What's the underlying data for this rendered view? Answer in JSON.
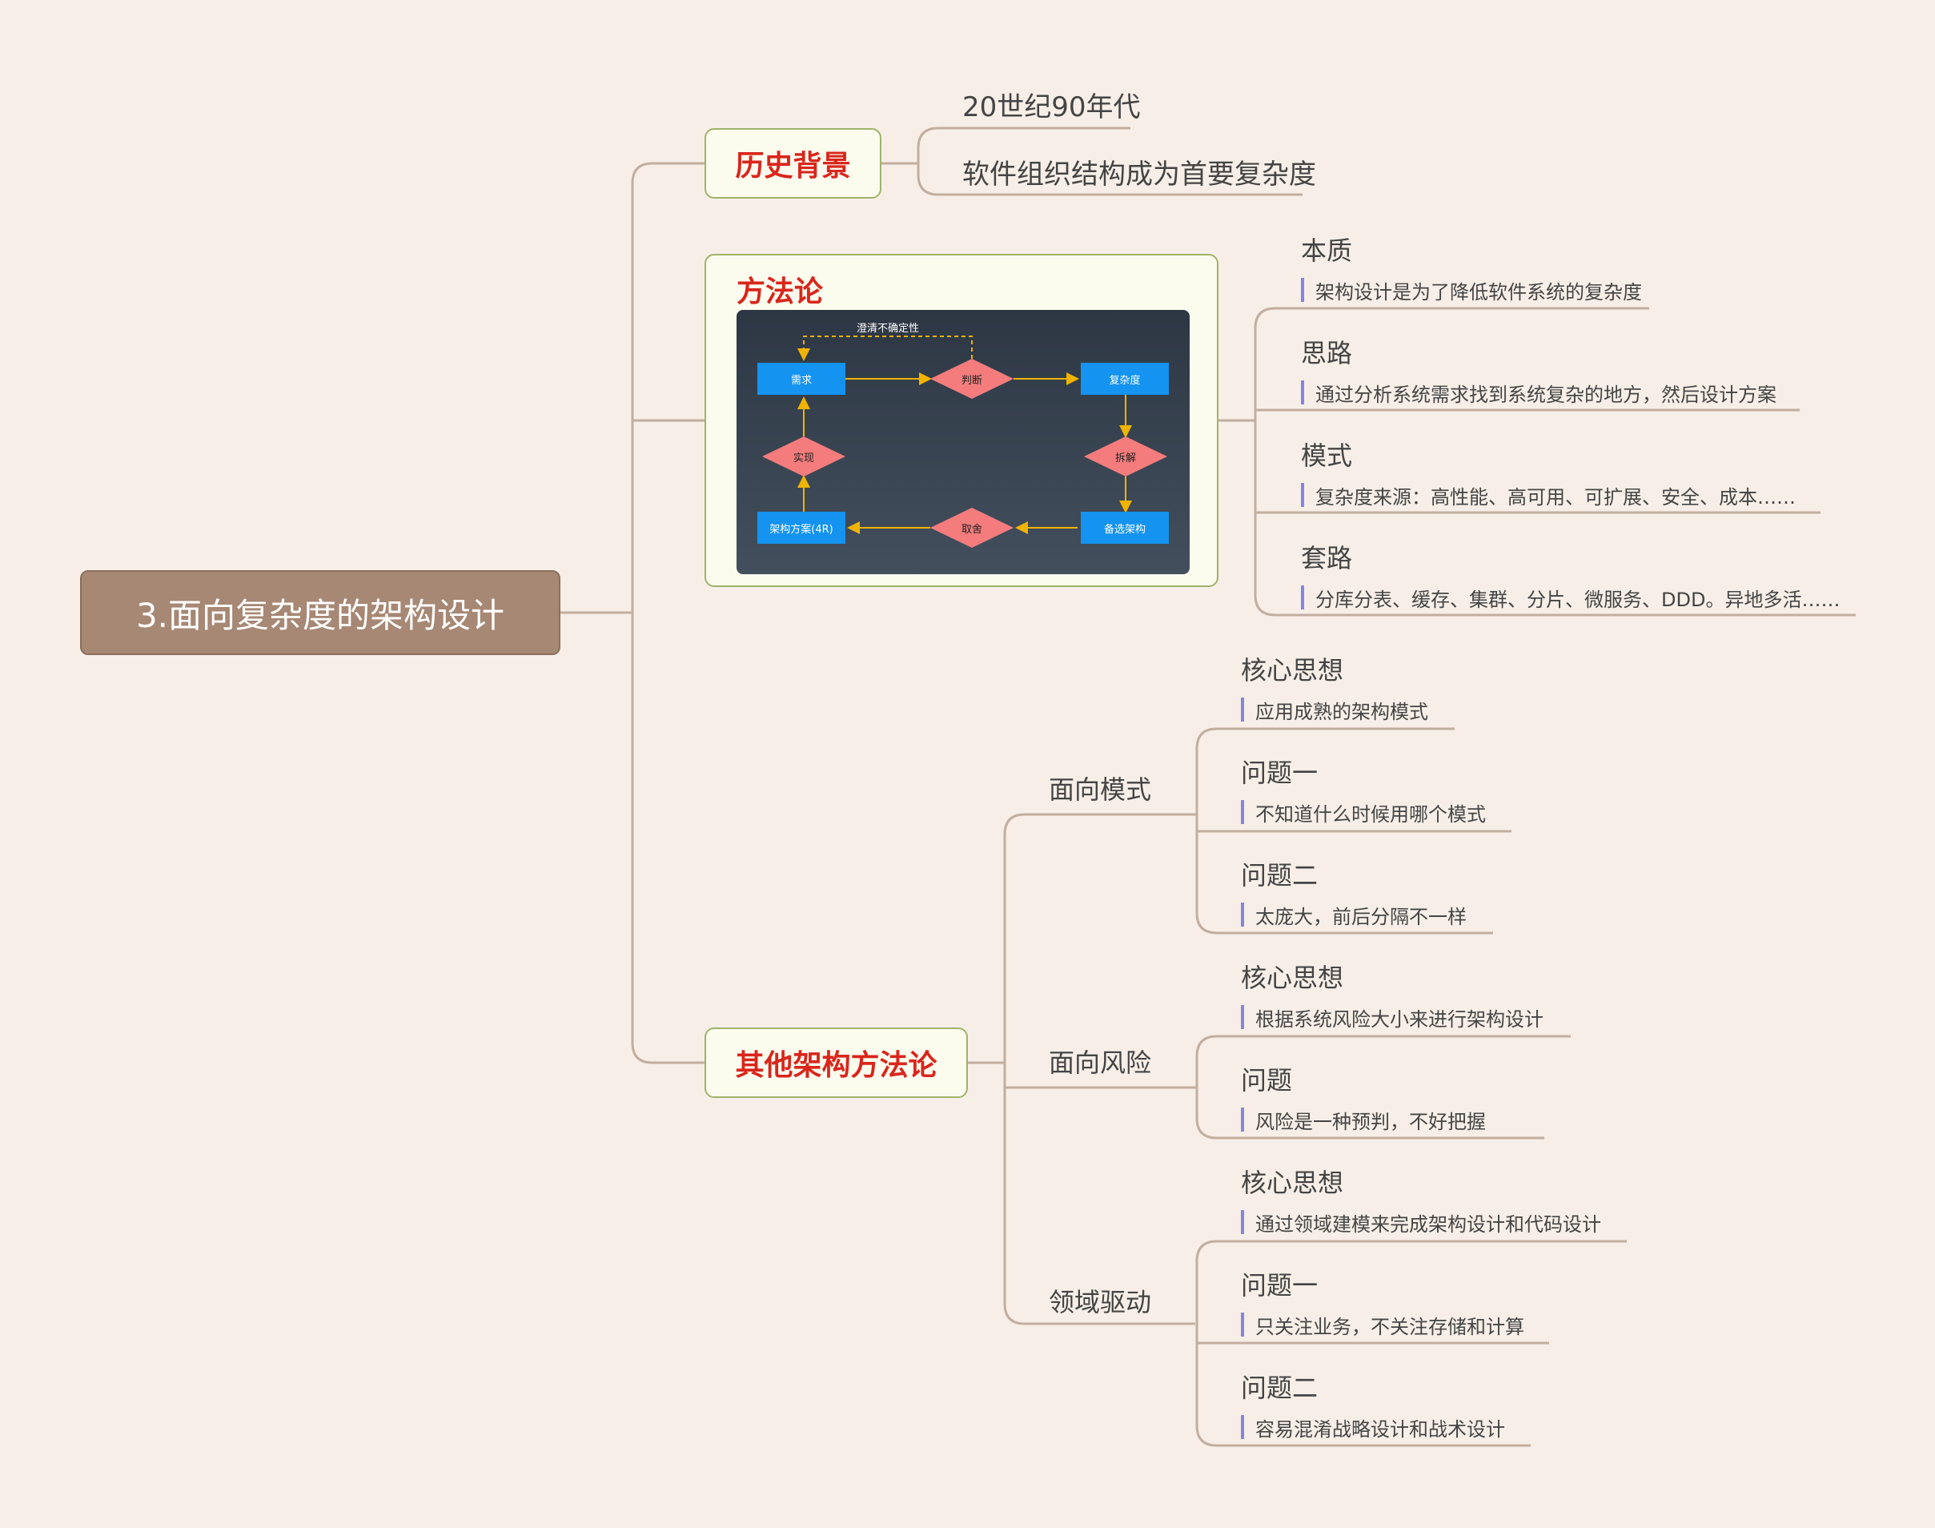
{
  "root": {
    "title": "3.面向复杂度的架构设计"
  },
  "history": {
    "title": "历史背景",
    "items": [
      "20世纪90年代",
      "软件组织结构成为首要复杂度"
    ]
  },
  "methodology": {
    "title": "方法论",
    "flow": {
      "loop_label": "澄清不确定性",
      "requirement": "需求",
      "judge": "判断",
      "complexity": "复杂度",
      "decompose": "拆解",
      "candidate": "备选架构",
      "tradeoff": "取舍",
      "solution": "架构方案(4R)",
      "implement": "实现"
    },
    "aspects": [
      {
        "title": "本质",
        "detail": "架构设计是为了降低软件系统的复杂度"
      },
      {
        "title": "思路",
        "detail": "通过分析系统需求找到系统复杂的地方，然后设计方案"
      },
      {
        "title": "模式",
        "detail": "复杂度来源：高性能、高可用、可扩展、安全、成本……"
      },
      {
        "title": "套路",
        "detail": "分库分表、缓存、集群、分片、微服务、DDD。异地多活……"
      }
    ]
  },
  "others": {
    "title": "其他架构方法论",
    "branches": [
      {
        "title": "面向模式",
        "items": [
          {
            "title": "核心思想",
            "detail": "应用成熟的架构模式"
          },
          {
            "title": "问题一",
            "detail": "不知道什么时候用哪个模式"
          },
          {
            "title": "问题二",
            "detail": "太庞大，前后分隔不一样"
          }
        ]
      },
      {
        "title": "面向风险",
        "items": [
          {
            "title": "核心思想",
            "detail": "根据系统风险大小来进行架构设计"
          },
          {
            "title": "问题",
            "detail": "风险是一种预判，不好把握"
          }
        ]
      },
      {
        "title": "领域驱动",
        "items": [
          {
            "title": "核心思想",
            "detail": "通过领域建模来完成架构设计和代码设计"
          },
          {
            "title": "问题一",
            "detail": "只关注业务，不关注存储和计算"
          },
          {
            "title": "问题二",
            "detail": "容易混淆战略设计和战术设计"
          }
        ]
      }
    ]
  },
  "colors": {
    "background": "#f7efe7",
    "connector": "#c2aea0",
    "root_fill": "#a78874",
    "main_title": "#d9261c",
    "main_border": "#9fb36a",
    "sub_bar": "#8585e0",
    "flow_box": "#1493f0",
    "flow_diamond": "#f47c7c",
    "flow_arrow": "#f0b400"
  }
}
